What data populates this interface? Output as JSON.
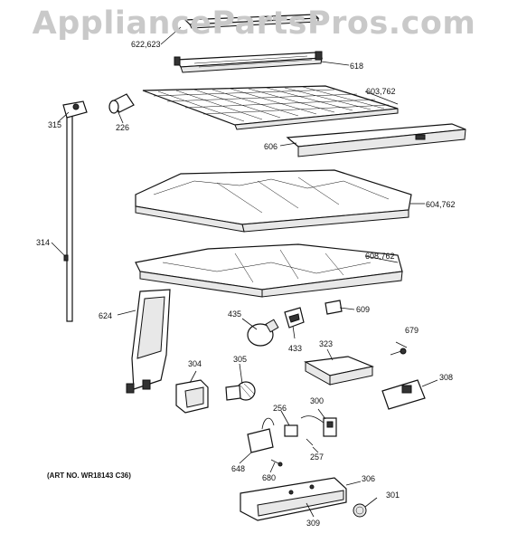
{
  "watermark": "AppliancePartsPros.com",
  "art_number": "(ART NO. WR18143 C36)",
  "callouts": {
    "c622": "622,623",
    "c618": "618",
    "c603": "603,762",
    "c315": "315",
    "c226": "226",
    "c606": "606",
    "c604": "604,762",
    "c314": "314",
    "c608": "608,762",
    "c624": "624",
    "c609": "609",
    "c435": "435",
    "c433": "433",
    "c679": "679",
    "c323": "323",
    "c304": "304",
    "c305": "305",
    "c308": "308",
    "c256": "256",
    "c300": "300",
    "c257": "257",
    "c648": "648",
    "c680": "680",
    "c306": "306",
    "c301": "301",
    "c309": "309"
  }
}
